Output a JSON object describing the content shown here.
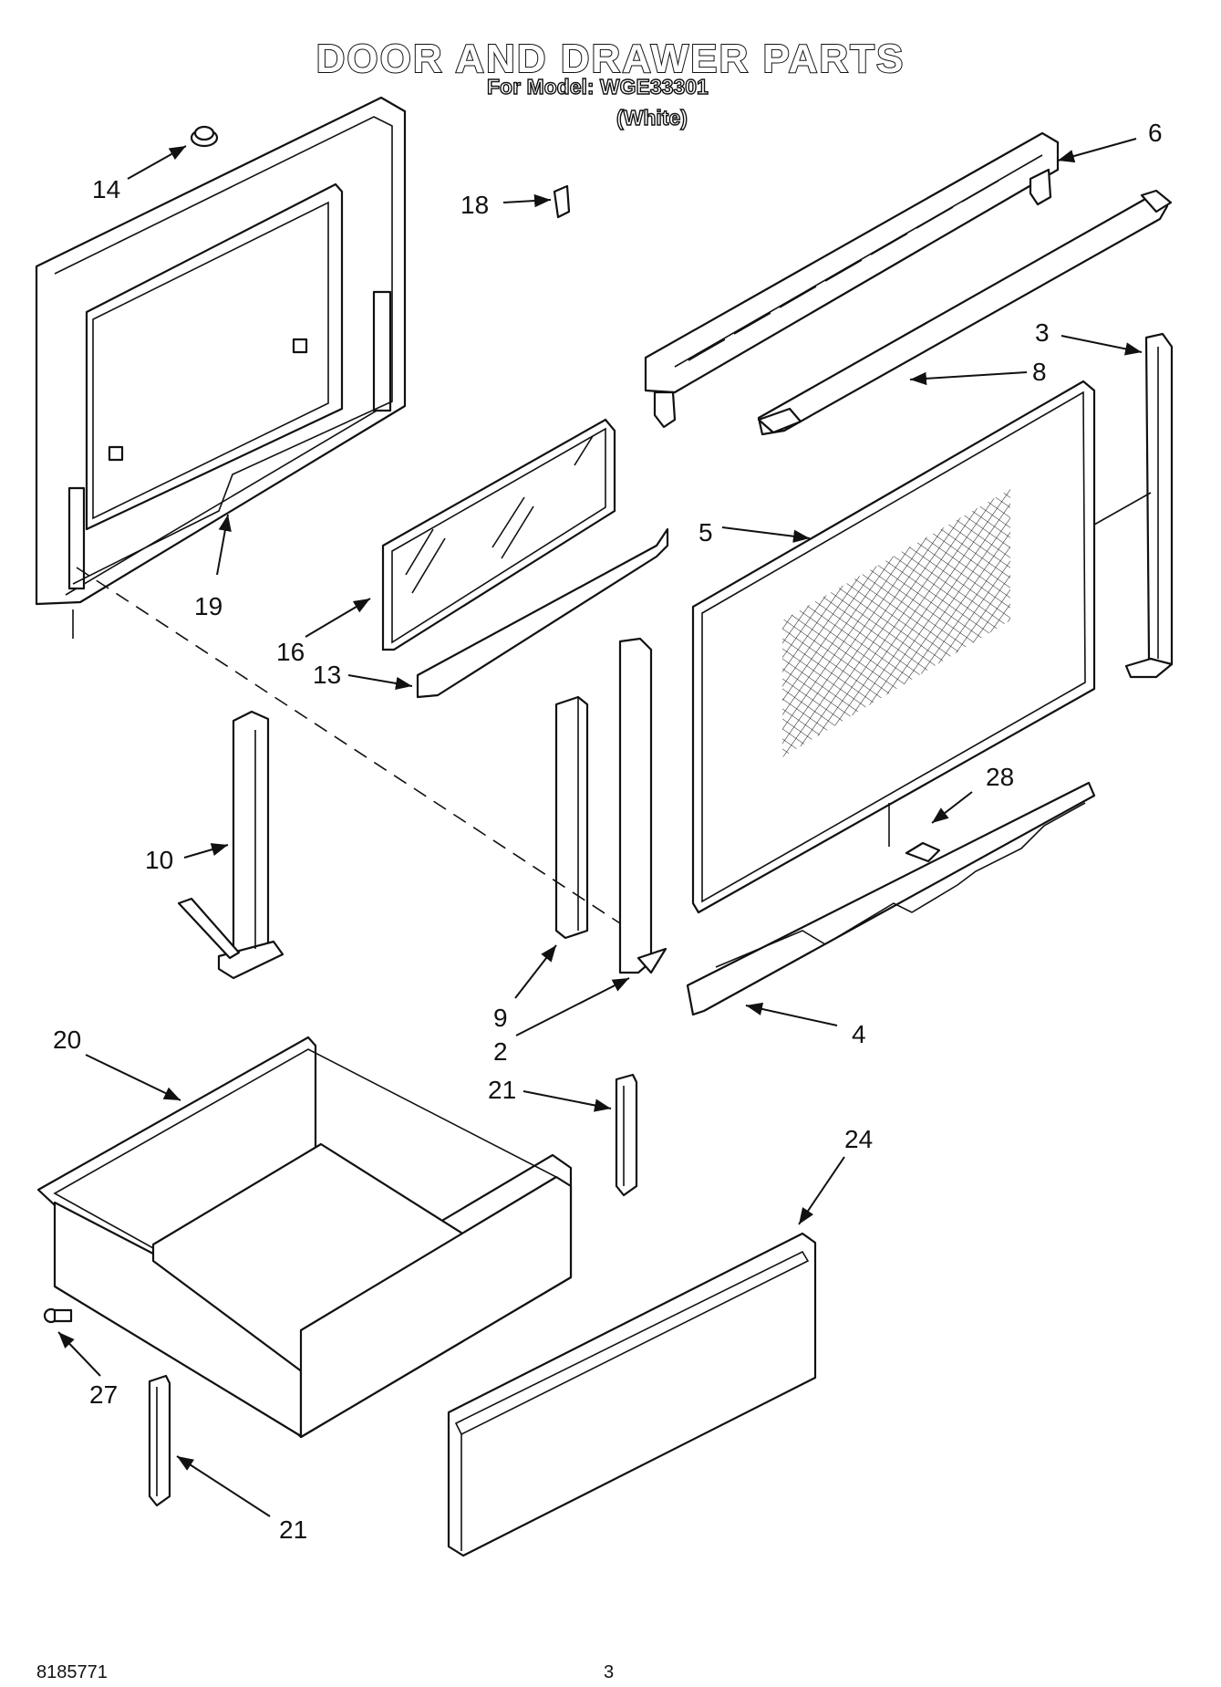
{
  "header": {
    "title": "DOOR AND DRAWER PARTS",
    "subtitle": "For Model: WGE33301",
    "variant": "(White)"
  },
  "callouts": {
    "c2": "2",
    "c3": "3",
    "c4": "4",
    "c5": "5",
    "c6": "6",
    "c8": "8",
    "c9": "9",
    "c10": "10",
    "c13": "13",
    "c14": "14",
    "c16": "16",
    "c18": "18",
    "c19": "19",
    "c20": "20",
    "c21a": "21",
    "c21b": "21",
    "c24": "24",
    "c27": "27",
    "c28": "28"
  },
  "footer": {
    "doc_number": "8185771",
    "page_number": "3"
  }
}
